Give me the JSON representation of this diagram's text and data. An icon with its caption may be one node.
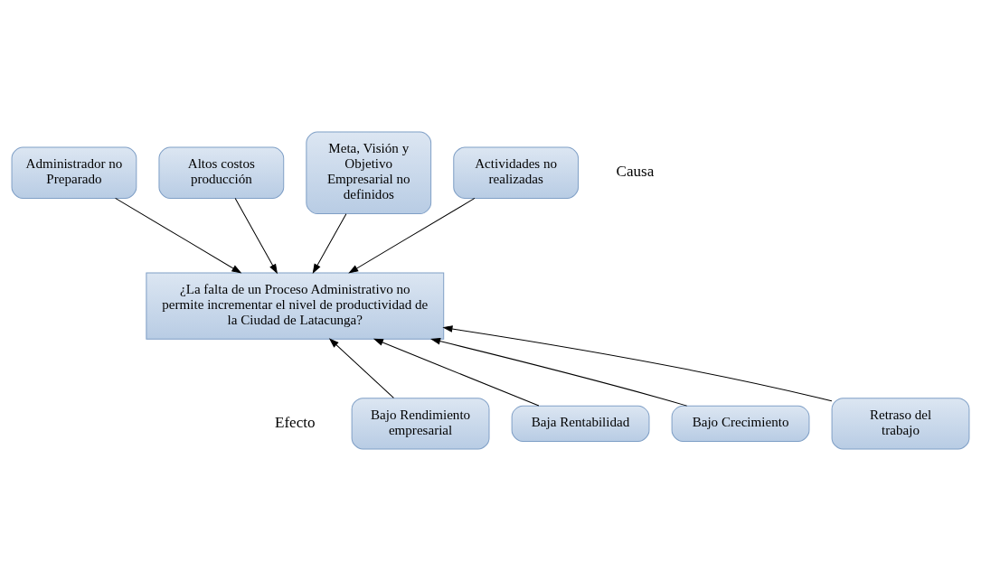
{
  "diagram": {
    "nodes": [
      {
        "text": [
          "Administrador no Preparado"
        ]
      },
      {
        "text": [
          "Altos costos producción"
        ]
      },
      {
        "text": [
          "Meta, Visión y Objetivo Empresarial no definidos"
        ]
      },
      {
        "text": [
          "Actividades no realizadas"
        ]
      },
      {
        "text": [
          "¿La falta de un Proceso Administrativo no permite incrementar el nivel de productividad de la Ciudad de Latacunga?"
        ]
      },
      {
        "text": [
          "Bajo Rendimiento empresarial"
        ]
      },
      {
        "text": [
          "Baja Rentabilidad"
        ]
      },
      {
        "text": [
          "Bajo Crecimiento"
        ]
      },
      {
        "text": [
          "Retraso del trabajo"
        ]
      }
    ],
    "edges": [
      {
        "from": 0,
        "to": 4,
        "arrow": "to"
      },
      {
        "from": 1,
        "to": 4,
        "arrow": "to"
      },
      {
        "from": 2,
        "to": 4,
        "arrow": "to"
      },
      {
        "from": 3,
        "to": 4,
        "arrow": "to"
      },
      {
        "from": 5,
        "to": 4,
        "arrow": "to"
      },
      {
        "from": 6,
        "to": 4,
        "arrow": "to"
      },
      {
        "from": 7,
        "to": 4,
        "arrow": "to"
      },
      {
        "from": 8,
        "to": 4,
        "arrow": "to"
      }
    ],
    "labels": [
      "Causa",
      "Efecto"
    ]
  }
}
